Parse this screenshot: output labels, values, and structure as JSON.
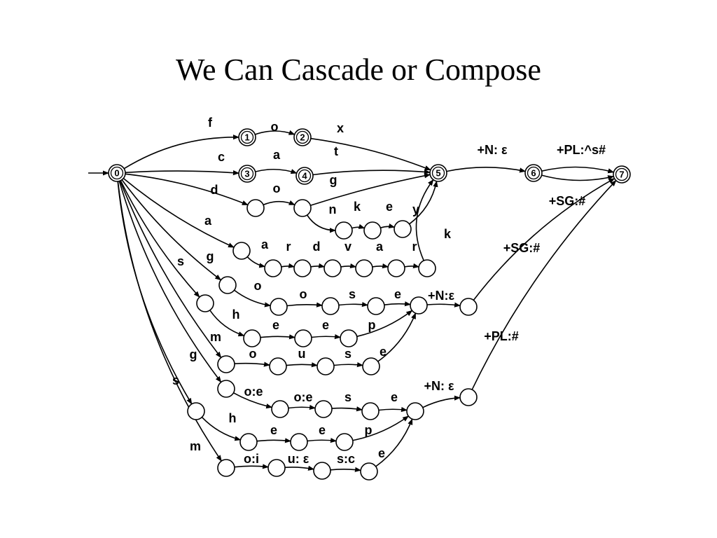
{
  "title": "We Can Cascade or Compose",
  "states": [
    {
      "id": "s0",
      "label": "0"
    },
    {
      "id": "s1",
      "label": "1"
    },
    {
      "id": "s2",
      "label": "2"
    },
    {
      "id": "s3",
      "label": "3"
    },
    {
      "id": "s4",
      "label": "4"
    },
    {
      "id": "s5",
      "label": "5"
    },
    {
      "id": "s6",
      "label": "6"
    },
    {
      "id": "s7",
      "label": "7",
      "final": true
    },
    {
      "id": "d1",
      "label": ""
    },
    {
      "id": "d2",
      "label": ""
    },
    {
      "id": "n1",
      "label": ""
    },
    {
      "id": "n2",
      "label": ""
    },
    {
      "id": "n3",
      "label": ""
    },
    {
      "id": "a1",
      "label": ""
    },
    {
      "id": "a2",
      "label": ""
    },
    {
      "id": "a3",
      "label": ""
    },
    {
      "id": "a4",
      "label": ""
    },
    {
      "id": "a5",
      "label": ""
    },
    {
      "id": "a6",
      "label": ""
    },
    {
      "id": "a7",
      "label": ""
    },
    {
      "id": "g1",
      "label": ""
    },
    {
      "id": "g2",
      "label": ""
    },
    {
      "id": "g3",
      "label": ""
    },
    {
      "id": "g4",
      "label": ""
    },
    {
      "id": "g5",
      "label": ""
    },
    {
      "id": "sgA",
      "label": ""
    },
    {
      "id": "sh1",
      "label": ""
    },
    {
      "id": "sh2",
      "label": ""
    },
    {
      "id": "sh3",
      "label": ""
    },
    {
      "id": "sh4",
      "label": ""
    },
    {
      "id": "m1",
      "label": ""
    },
    {
      "id": "m2",
      "label": ""
    },
    {
      "id": "m3",
      "label": ""
    },
    {
      "id": "m4",
      "label": ""
    },
    {
      "id": "G1",
      "label": ""
    },
    {
      "id": "G2",
      "label": ""
    },
    {
      "id": "G3",
      "label": ""
    },
    {
      "id": "G4",
      "label": ""
    },
    {
      "id": "G5",
      "label": ""
    },
    {
      "id": "plB",
      "label": ""
    },
    {
      "id": "S1",
      "label": ""
    },
    {
      "id": "S2",
      "label": ""
    },
    {
      "id": "S3",
      "label": ""
    },
    {
      "id": "S4",
      "label": ""
    },
    {
      "id": "M1",
      "label": ""
    },
    {
      "id": "M2",
      "label": ""
    },
    {
      "id": "M3",
      "label": ""
    },
    {
      "id": "M4",
      "label": ""
    }
  ],
  "edges": [
    {
      "from": "s0",
      "to": "s1",
      "label": "f"
    },
    {
      "from": "s1",
      "to": "s2",
      "label": "o"
    },
    {
      "from": "s2",
      "to": "s5",
      "label": "x"
    },
    {
      "from": "s0",
      "to": "s3",
      "label": "c"
    },
    {
      "from": "s3",
      "to": "s4",
      "label": "a"
    },
    {
      "from": "s4",
      "to": "s5",
      "label": "t"
    },
    {
      "from": "s0",
      "to": "d1",
      "label": "d"
    },
    {
      "from": "d1",
      "to": "d2",
      "label": "o"
    },
    {
      "from": "d2",
      "to": "s5",
      "label": "g"
    },
    {
      "from": "d2",
      "to": "n1",
      "label": "n"
    },
    {
      "from": "n1",
      "to": "n2",
      "label": "k"
    },
    {
      "from": "n2",
      "to": "n3",
      "label": "e"
    },
    {
      "from": "n3",
      "to": "s5",
      "label": "y"
    },
    {
      "from": "s0",
      "to": "a1",
      "label": "a"
    },
    {
      "from": "a1",
      "to": "a2",
      "label": "a"
    },
    {
      "from": "a2",
      "to": "a3",
      "label": "r"
    },
    {
      "from": "a3",
      "to": "a4",
      "label": "d"
    },
    {
      "from": "a4",
      "to": "a5",
      "label": "v"
    },
    {
      "from": "a5",
      "to": "a6",
      "label": "a"
    },
    {
      "from": "a6",
      "to": "a7",
      "label": "r"
    },
    {
      "from": "a7",
      "to": "s5",
      "label": "k"
    },
    {
      "from": "s5",
      "to": "s6",
      "label": "+N: ε"
    },
    {
      "from": "s6",
      "to": "s7",
      "label": "+PL:^s#"
    },
    {
      "from": "s6",
      "to": "s7",
      "label": "+SG:#"
    },
    {
      "from": "s0",
      "to": "g1",
      "label": "g"
    },
    {
      "from": "g1",
      "to": "g2",
      "label": "o"
    },
    {
      "from": "g2",
      "to": "g3",
      "label": "o"
    },
    {
      "from": "g3",
      "to": "g4",
      "label": "s"
    },
    {
      "from": "g4",
      "to": "g5",
      "label": "e"
    },
    {
      "from": "g5",
      "to": "sgA",
      "label": "+N:ε"
    },
    {
      "from": "sgA",
      "to": "s7",
      "label": "+SG:#"
    },
    {
      "from": "s0",
      "to": "sh1",
      "label": "s"
    },
    {
      "from": "sh1",
      "to": "sh2",
      "label": "h"
    },
    {
      "from": "sh2",
      "to": "sh3",
      "label": "e"
    },
    {
      "from": "sh3",
      "to": "sh4",
      "label": "e"
    },
    {
      "from": "sh4",
      "to": "g5",
      "label": "p"
    },
    {
      "from": "s0",
      "to": "m1",
      "label": "m"
    },
    {
      "from": "m1",
      "to": "m2",
      "label": "o"
    },
    {
      "from": "m2",
      "to": "m3",
      "label": "u"
    },
    {
      "from": "m3",
      "to": "m4",
      "label": "s"
    },
    {
      "from": "m4",
      "to": "g5",
      "label": "e"
    },
    {
      "from": "s0",
      "to": "G1",
      "label": "g"
    },
    {
      "from": "G1",
      "to": "G2",
      "label": "o:e"
    },
    {
      "from": "G2",
      "to": "G3",
      "label": "o:e"
    },
    {
      "from": "G3",
      "to": "G4",
      "label": "s"
    },
    {
      "from": "G4",
      "to": "G5",
      "label": "e"
    },
    {
      "from": "G5",
      "to": "plB",
      "label": "+N: ε"
    },
    {
      "from": "plB",
      "to": "s7",
      "label": "+PL:#"
    },
    {
      "from": "s0",
      "to": "S1",
      "label": "s"
    },
    {
      "from": "S1",
      "to": "S2",
      "label": "h"
    },
    {
      "from": "S2",
      "to": "S3",
      "label": "e"
    },
    {
      "from": "S3",
      "to": "S4",
      "label": "e"
    },
    {
      "from": "S4",
      "to": "G5",
      "label": "p"
    },
    {
      "from": "s0",
      "to": "M1",
      "label": "m"
    },
    {
      "from": "M1",
      "to": "M2",
      "label": "o:i"
    },
    {
      "from": "M2",
      "to": "M3",
      "label": "u: ε"
    },
    {
      "from": "M3",
      "to": "M4",
      "label": "s:c"
    },
    {
      "from": "M4",
      "to": "G5",
      "label": "e"
    }
  ]
}
